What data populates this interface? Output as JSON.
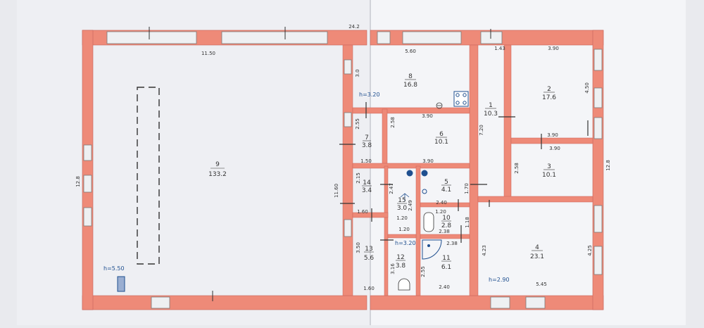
{
  "colors": {
    "wall": "#ee8a78",
    "wall_edge": "#c9655a",
    "paper_left": "#eeeff3",
    "paper_right": "#f4f5f8",
    "line": "#3c3c3c",
    "accent": "#1f4f8f",
    "window": "#eef0f2",
    "background": "#d9dadf"
  },
  "dimensions": {
    "total_width": "24.2",
    "hall_width": "11.50",
    "top_mid": "5.60",
    "top_small": "1.43",
    "top_right": "3.90",
    "left_height": "12.8",
    "right_height": "12.8",
    "hall_height": "11.60",
    "r2_height": "4.50",
    "r8_depth": "3.0",
    "r6_width": "3.90",
    "r2_width": "3.90",
    "r3_width": "3.90",
    "r1_height": "7.20",
    "r7_h1": "2.55",
    "r6_height": "2.58",
    "r7_width": "1.50",
    "r6_bottom": "3.90",
    "r14_height": "2.15",
    "r15_height1": "2.47",
    "r15_height2": "2.49",
    "r5_height": "1.70",
    "r3_height": "2.58",
    "r5_width": "2.40",
    "r14_width": "1.60",
    "r15_width": "1.20",
    "r10_height1": "1.20",
    "r10_height2": "1.18",
    "corridor_width": "1.20",
    "r10_width": "2.38",
    "r11_top": "2.38",
    "r13_height": "3.50",
    "r12_height": "3.16",
    "r11_height": "2.55",
    "r4_left": "4.23",
    "r4_right": "4.25",
    "r13_width": "1.60",
    "r11_width": "2.40",
    "r4_width": "5.45"
  },
  "heights": {
    "hall": "h=5.50",
    "r8": "h=3.20",
    "r12": "h=3.20",
    "r4": "h=2.90"
  },
  "rooms": {
    "r9": {
      "num": "9",
      "area": "133.2"
    },
    "r8": {
      "num": "8",
      "area": "16.8"
    },
    "r7": {
      "num": "7",
      "area": "3.8"
    },
    "r6": {
      "num": "6",
      "area": "10.1"
    },
    "r1": {
      "num": "1",
      "area": "10.3"
    },
    "r2": {
      "num": "2",
      "area": "17.6"
    },
    "r3": {
      "num": "3",
      "area": "10.1"
    },
    "r14": {
      "num": "14",
      "area": "3.4"
    },
    "r15": {
      "num": "15",
      "area": "3.0"
    },
    "r5": {
      "num": "5",
      "area": "4.1"
    },
    "r10": {
      "num": "10",
      "area": "2.8"
    },
    "r13": {
      "num": "13",
      "area": "5.6"
    },
    "r12": {
      "num": "12",
      "area": "3.8"
    },
    "r11": {
      "num": "11",
      "area": "6.1"
    },
    "r4": {
      "num": "4",
      "area": "23.1"
    }
  },
  "symbols": {
    "stove": "stove-icon",
    "sink": "sink-icon",
    "water_heater": "water-heater-icon",
    "shower": "shower-icon",
    "toilet": "toilet-icon",
    "bath": "bathtub-icon",
    "boiler": "boiler-icon"
  }
}
